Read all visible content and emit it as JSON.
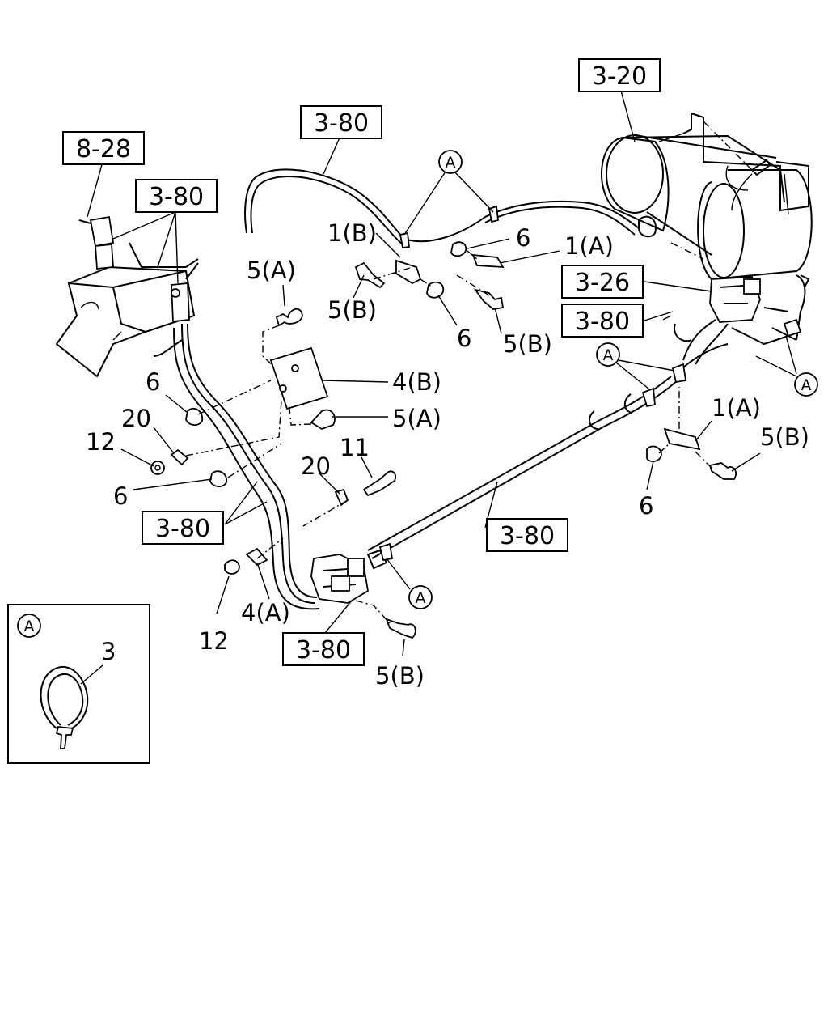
{
  "refs": {
    "r1": "3-20",
    "r2": "3-80",
    "r3": "8-28",
    "r4": "3-80",
    "r5": "3-26",
    "r6": "3-80",
    "r7": "3-80",
    "r8": "3-80",
    "r9": "3-80"
  },
  "parts": {
    "p1": "1(B)",
    "p2": "6",
    "p3": "1(A)",
    "p4": "5(A)",
    "p5": "5(B)",
    "p6": "6",
    "p7": "5(B)",
    "p8": "4(B)",
    "p9": "6",
    "p10": "20",
    "p11": "5(A)",
    "p12": "12",
    "p13": "11",
    "p14": "20",
    "p15": "6",
    "p16": "1(A)",
    "p17": "5(B)",
    "p18": "6",
    "p19": "12",
    "p20": "4(A)",
    "p21": "5(B)",
    "p22": "3"
  },
  "callouts": {
    "a1": "A",
    "a2": "A",
    "a3": "A",
    "a4": "A",
    "a5": "A"
  },
  "detail": {
    "title": "A"
  }
}
